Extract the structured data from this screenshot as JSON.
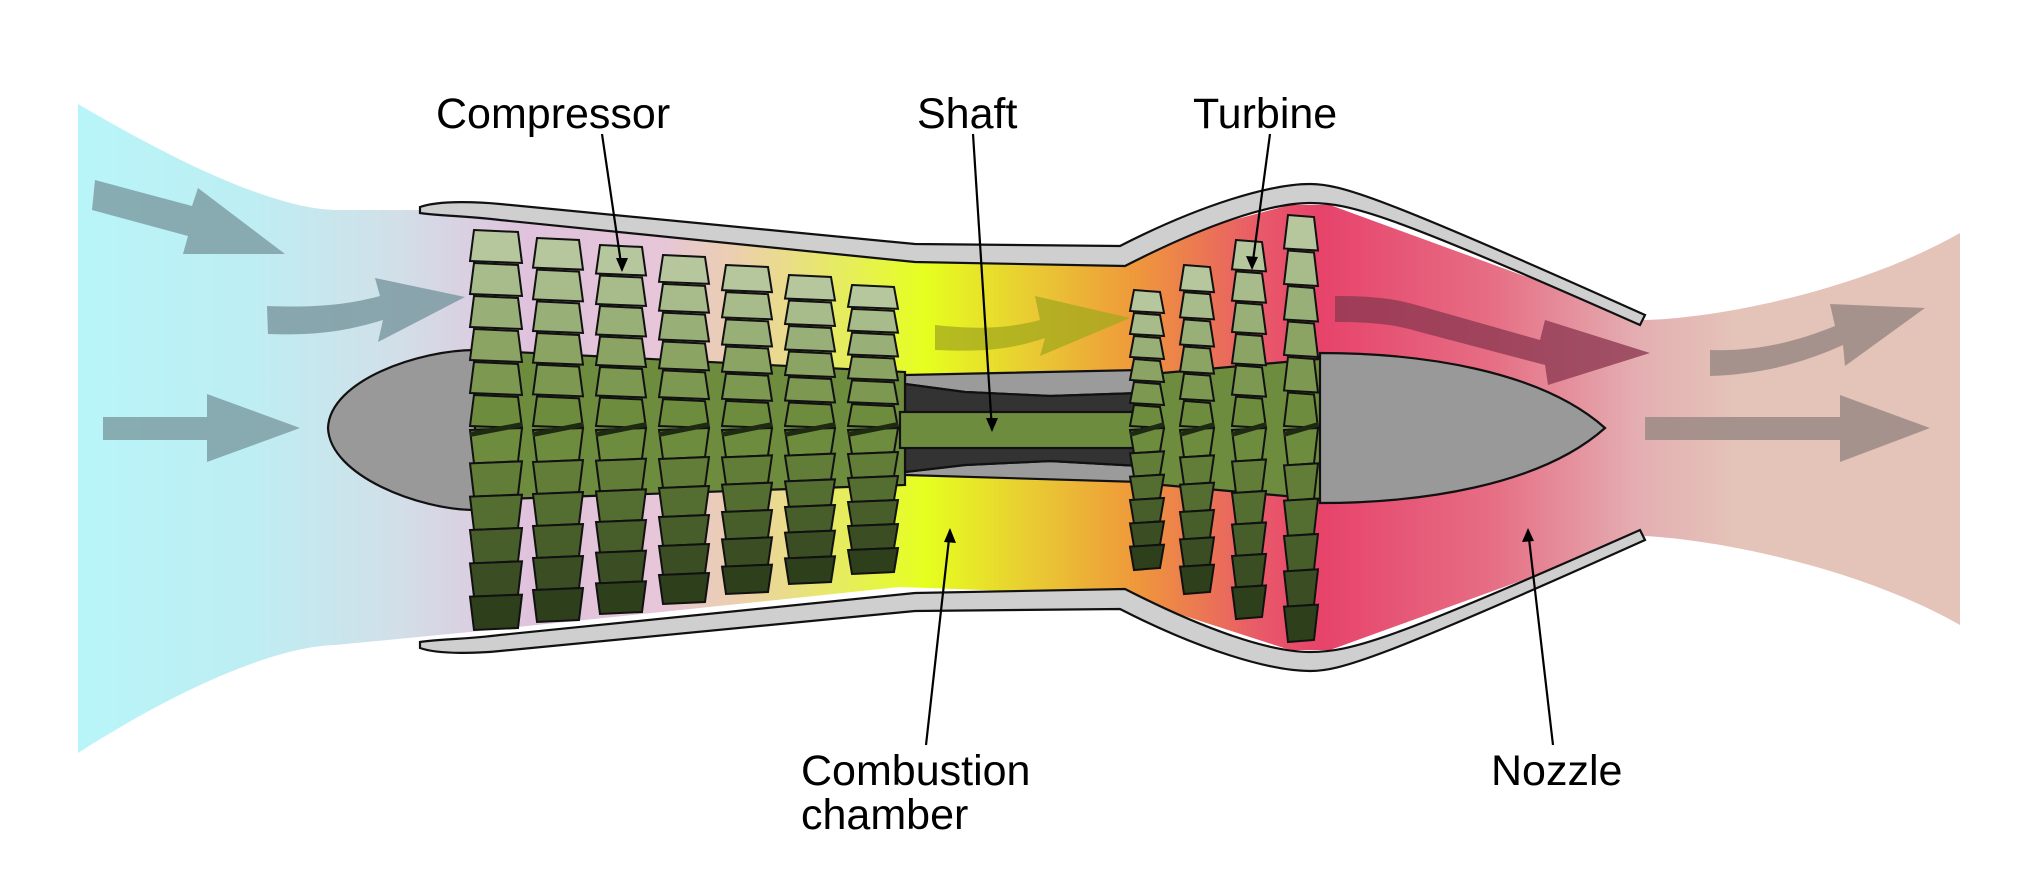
{
  "labels": {
    "compressor": "Compressor",
    "shaft": "Shaft",
    "turbine": "Turbine",
    "combustion_line1": "Combustion",
    "combustion_line2": "chamber",
    "nozzle": "Nozzle"
  },
  "colors": {
    "intake_air": "#b8f5f9",
    "compressor_air": "#e0c2dc",
    "combustion_hot": "#e6ff1f",
    "turbine_hot": "#ef9a3a",
    "exhaust_hot": "#e7436a",
    "exhaust_plume": "#e4c3b8",
    "casing": "#cfcfcf",
    "spinner": "#999999",
    "shaft": "#6e8c3e",
    "blade_tip": "#b6c79e",
    "blade_root": "#2e3f1c"
  },
  "icons": {
    "flow_arrow": "flow-arrow-icon"
  }
}
